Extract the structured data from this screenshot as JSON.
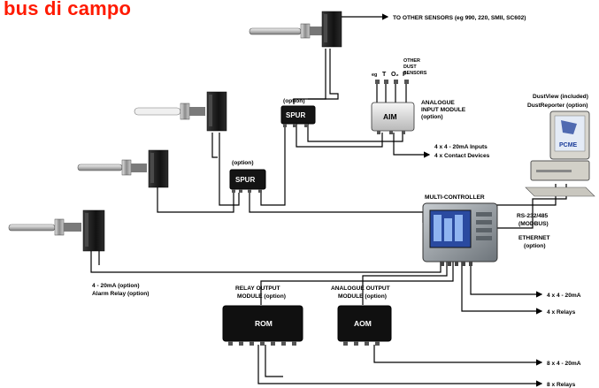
{
  "title": "bus di campo",
  "labels": {
    "to_other_sensors": "TO OTHER SENSORS (eg 990, 220, SMII, SC602)",
    "other_dust_sensors": [
      "OTHER",
      "DUST",
      "SENSORS"
    ],
    "eg": "eg",
    "t": "T",
    "o2": "O₂",
    "p": "P",
    "aim_box": "AIM",
    "aim_desc": [
      "ANALOGUE",
      "INPUT MODULE",
      "(option)"
    ],
    "aim_io": [
      "4 x 4 - 20mA Inputs",
      "4 x Contact Devices"
    ],
    "option_top": "(option)",
    "spur": "SPUR",
    "option_mid": "(option)",
    "dustview": [
      "DustView (included)",
      "DustReporter (option)"
    ],
    "pcme": "PCME",
    "multi_controller": "MULTI-CONTROLLER",
    "rs232": [
      "RS-232/485",
      "(MODBUS)"
    ],
    "ethernet": [
      "ETHERNET",
      "(option)"
    ],
    "mc_out1": "4 x 4 - 20mA",
    "mc_out2": "4 x Relays",
    "relay_opt": [
      "4 - 20mA (option)",
      "Alarm Relay (option)"
    ],
    "rom_title": [
      "RELAY OUTPUT",
      "MODULE (option)"
    ],
    "rom_box": "ROM",
    "aom_title": [
      "ANALOGUE OUTPUT",
      "MODULE (option)"
    ],
    "aom_box": "AOM",
    "aom_out": "8 x 4 - 20mA",
    "rom_out": "8 x Relays"
  },
  "colors": {
    "title": "#ff1a00",
    "device": "#161616",
    "line": "#000000",
    "probe": "#cfcfcf",
    "screen": "#2a4aa0",
    "controller": "#8f969c"
  }
}
